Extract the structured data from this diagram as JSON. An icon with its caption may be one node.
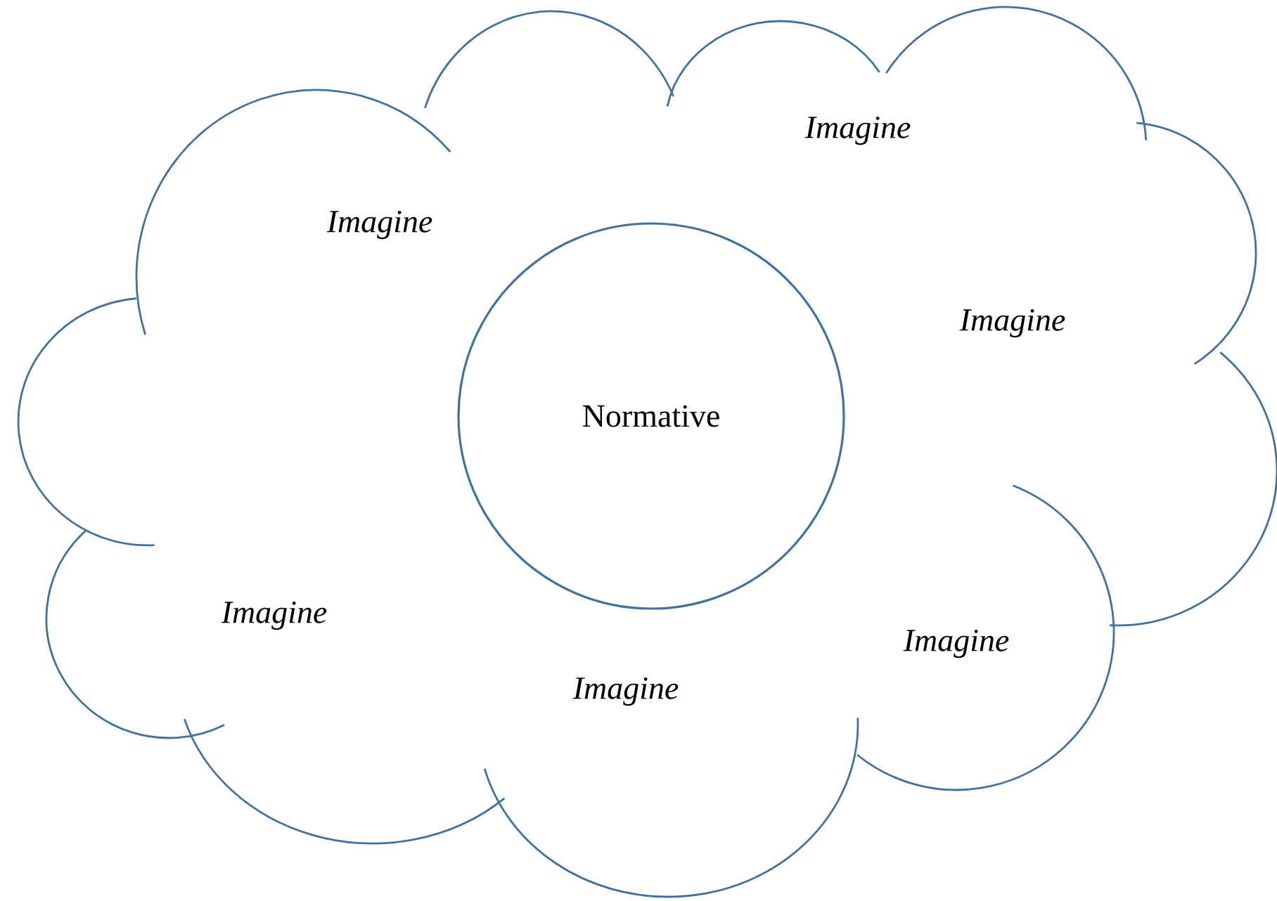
{
  "diagram": {
    "nodes": [
      {
        "text": [
          "Imagine",
          "Imagine",
          "Imagine",
          "Imagine",
          "Imagine",
          "Imagine"
        ]
      },
      {
        "text": [
          "Normative"
        ],
        "in": 0
      }
    ]
  }
}
